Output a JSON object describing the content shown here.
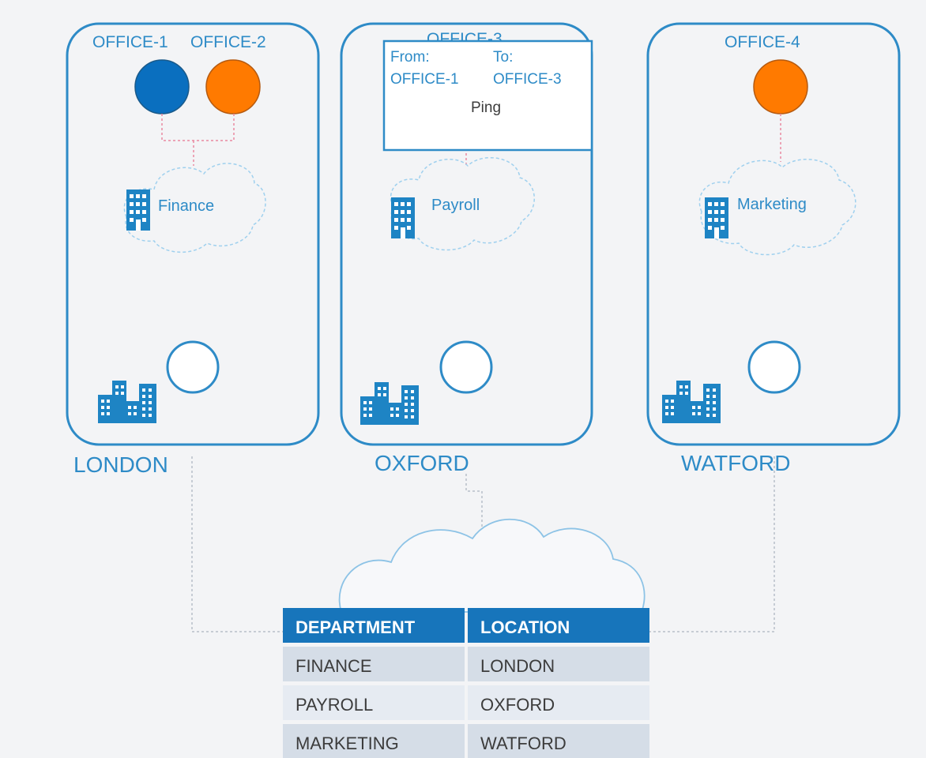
{
  "sites": [
    {
      "city": "LONDON",
      "department": "Finance",
      "offices": [
        {
          "label": "OFFICE-1",
          "color": "#0a6fbf"
        },
        {
          "label": "OFFICE-2",
          "color": "#ff7a00"
        }
      ]
    },
    {
      "city": "OXFORD",
      "department": "Payroll",
      "offices": [
        {
          "label": "OFFICE-3",
          "color": ""
        }
      ]
    },
    {
      "city": "WATFORD",
      "department": "Marketing",
      "offices": [
        {
          "label": "OFFICE-4",
          "color": "#ff7a00"
        }
      ]
    }
  ],
  "popup": {
    "from_label": "From:",
    "from_value": "OFFICE-1",
    "to_label": "To:",
    "to_value": "OFFICE-3",
    "message": "Ping"
  },
  "table": {
    "headers": [
      "DEPARTMENT",
      "LOCATION"
    ],
    "rows": [
      [
        "FINANCE",
        "LONDON"
      ],
      [
        "PAYROLL",
        "OXFORD"
      ],
      [
        "MARKETING",
        "WATFORD"
      ]
    ]
  },
  "colors": {
    "accent": "#2e8bc7",
    "header_bg": "#1775bb",
    "row_bg": "#d5dde7",
    "office_blue": "#0a6fbf",
    "office_orange": "#ff7a00"
  }
}
